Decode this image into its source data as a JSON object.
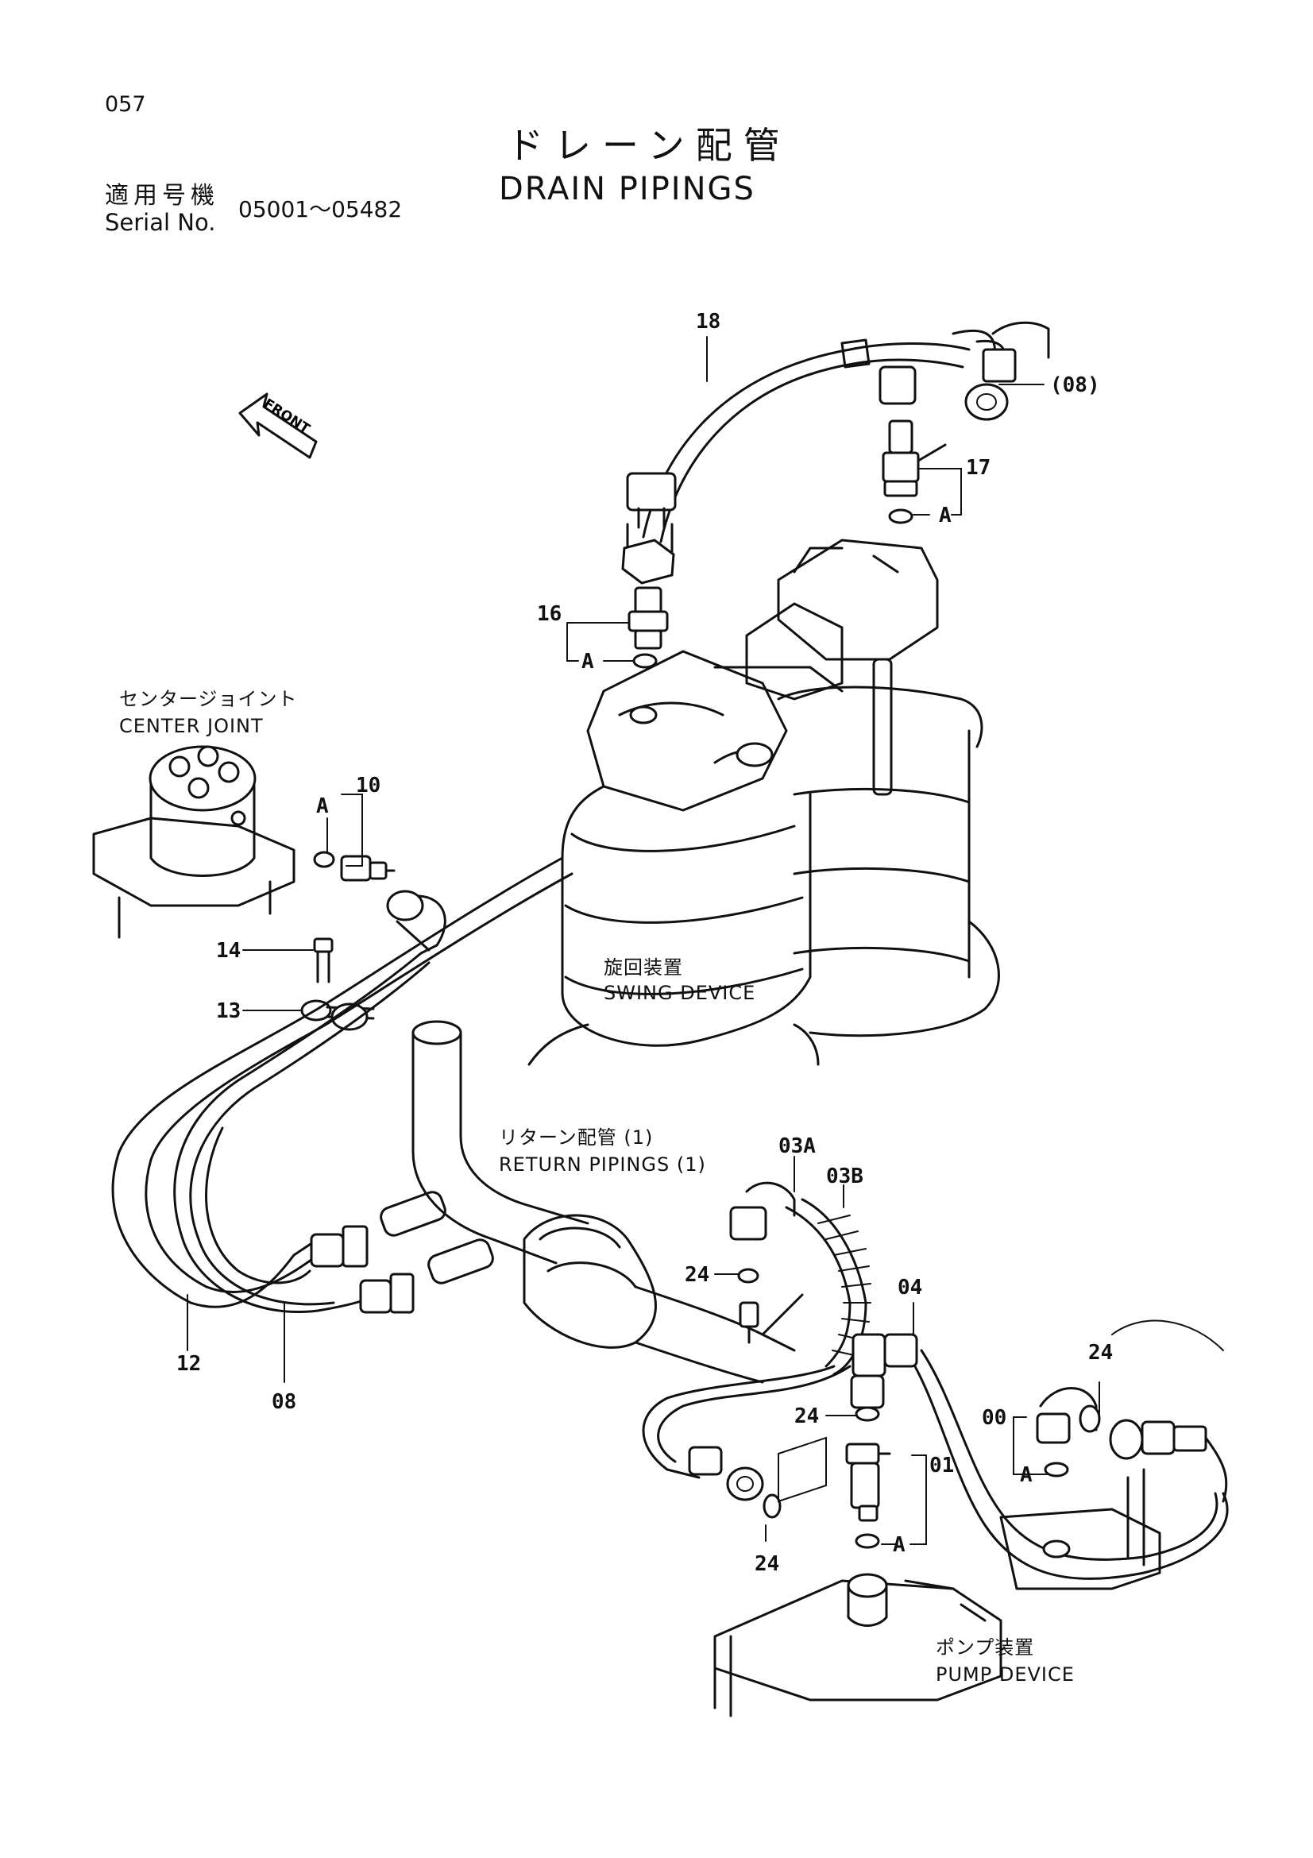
{
  "page_number": "057",
  "title": {
    "japanese": "ドレーン配管",
    "english": "DRAIN PIPINGS"
  },
  "serial": {
    "label_japanese": "適用号機",
    "label_english": "Serial No.",
    "range": "05001～05482"
  },
  "components": {
    "center_joint": {
      "japanese": "センタージョイント",
      "english": "CENTER JOINT"
    },
    "swing_device": {
      "japanese": "旋回装置",
      "english": "SWING DEVICE"
    },
    "return_pipings": {
      "japanese": "リターン配管 (1)",
      "english": "RETURN PIPINGS (1)"
    },
    "pump_device": {
      "japanese": "ポンプ装置",
      "english": "PUMP DEVICE"
    },
    "front_arrow": "FRONT"
  },
  "callouts": {
    "c18": "18",
    "c08_top": "(08)",
    "c17": "17",
    "a_top": "A",
    "c16": "16",
    "a_16": "A",
    "c10": "10",
    "a_10": "A",
    "c14": "14",
    "c13": "13",
    "c12": "12",
    "c08": "08",
    "c03a": "03A",
    "c03b": "03B",
    "c24_a": "24",
    "c04": "04",
    "c24_b": "24",
    "c24_c": "24",
    "c00": "00",
    "a_00": "A",
    "c01": "01",
    "a_01": "A",
    "c24_d": "24"
  }
}
